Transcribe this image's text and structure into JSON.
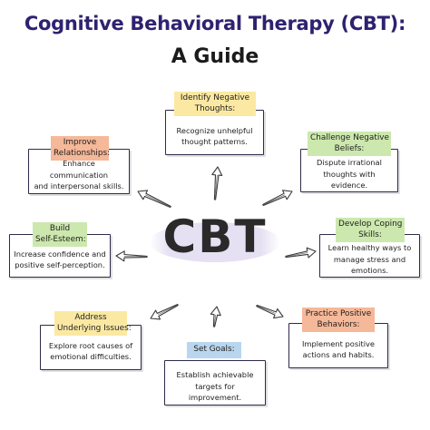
{
  "title": {
    "line1": "Cognitive Behavioral Therapy (CBT):",
    "line2": "A Guide"
  },
  "center": {
    "label": "CBT"
  },
  "nodes": {
    "identify": {
      "heading_line1": "Identify Negative",
      "heading_line2": "Thoughts:",
      "body_line1": "Recognize unhelpful",
      "body_line2": "thought patterns.",
      "color": "#fbe9a3"
    },
    "challenge": {
      "heading_line1": "Challenge Negative",
      "heading_line2": "Beliefs:",
      "body_line1": "Dispute irrational",
      "body_line2": "thoughts with evidence.",
      "color": "#cce8ae"
    },
    "coping": {
      "heading_line1": "Develop Coping",
      "heading_line2": "Skills:",
      "body_line1": "Learn healthy ways to",
      "body_line2": "manage stress and emotions.",
      "color": "#cce8ae"
    },
    "positive": {
      "heading_line1": "Practice Positive",
      "heading_line2": "Behaviors:",
      "body_line1": "Implement positive",
      "body_line2": "actions and habits.",
      "color": "#f5b899"
    },
    "goals": {
      "heading_line1": "Set Goals:",
      "body_line1": "Establish achievable",
      "body_line2": "targets for improvement.",
      "color": "#b9d6ee"
    },
    "underlying": {
      "heading_line1": "Address",
      "heading_line2": "Underlying Issues:",
      "body_line1": "Explore root causes of",
      "body_line2": "emotional difficulties.",
      "color": "#fbe9a3"
    },
    "esteem": {
      "heading_line1": "Build",
      "heading_line2": "Self-Esteem:",
      "body_line1": "Increase confidence and",
      "body_line2": "positive self-perception.",
      "color": "#cce8ae"
    },
    "relationships": {
      "heading_line1": "Improve",
      "heading_line2": "Relationships:",
      "body_line1": "Enhance communication",
      "body_line2": "and interpersonal skills.",
      "color": "#f5b899"
    }
  }
}
